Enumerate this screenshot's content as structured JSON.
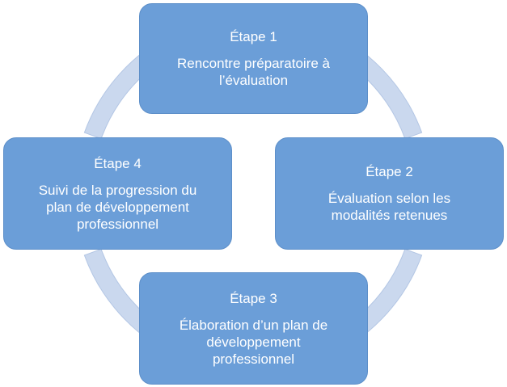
{
  "colors": {
    "box_fill": "#6b9ed8",
    "box_border": "#5d8fc9",
    "text": "#ffffff",
    "arrow_fill": "#cad8ee",
    "arrow_stroke": "#b3c6e4"
  },
  "steps": [
    {
      "title": "Étape 1",
      "lines": [
        "Rencontre préparatoire à",
        "l’évaluation"
      ]
    },
    {
      "title": "Étape 2",
      "lines": [
        "Évaluation selon les",
        "modalités retenues"
      ]
    },
    {
      "title": "Étape 3",
      "lines": [
        "Élaboration d’un plan de",
        "développement",
        "professionnel"
      ]
    },
    {
      "title": "Étape 4",
      "lines": [
        "Suivi de la progression du",
        "plan de développement",
        "professionnel"
      ]
    }
  ]
}
